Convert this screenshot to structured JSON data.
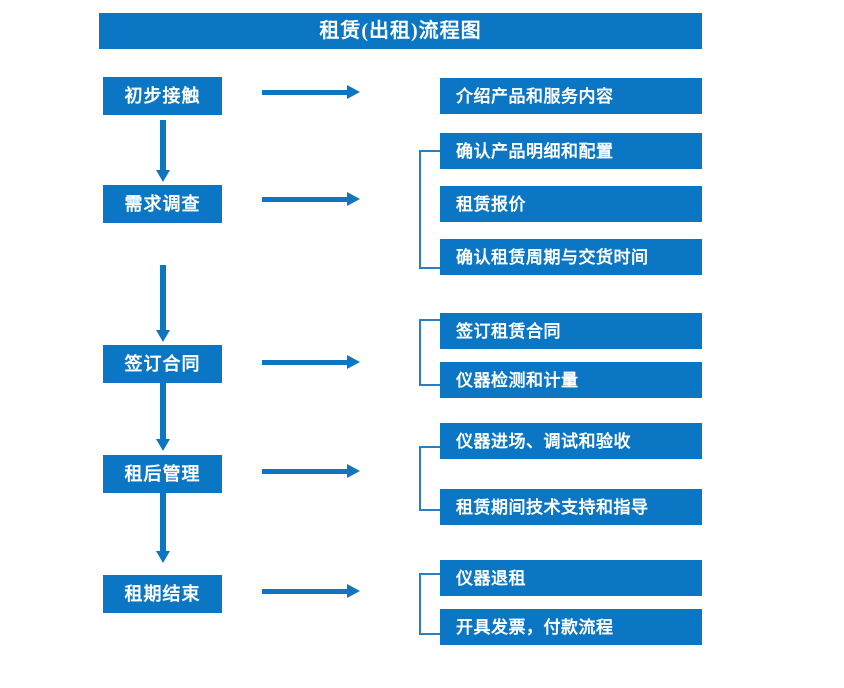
{
  "diagram": {
    "title": "租赁(出租)流程图",
    "accent_color": "#0a76c4",
    "arrow_color": "#0c76c0",
    "bracket_color": "#2a7fc4",
    "text_color": "#ffffff",
    "background_color": "#ffffff",
    "stages": [
      {
        "id": "initial-contact",
        "label": "初步接触",
        "details": [
          "介绍产品和服务内容"
        ],
        "has_bracket": false
      },
      {
        "id": "needs-survey",
        "label": "需求调查",
        "details": [
          "确认产品明细和配置",
          "租赁报价",
          "确认租赁周期与交货时间"
        ],
        "has_bracket": true
      },
      {
        "id": "sign-contract",
        "label": "签订合同",
        "details": [
          "签订租赁合同",
          "仪器检测和计量"
        ],
        "has_bracket": true
      },
      {
        "id": "post-rental-management",
        "label": "租后管理",
        "details": [
          "仪器进场、调试和验收",
          "租赁期间技术支持和指导"
        ],
        "has_bracket": true
      },
      {
        "id": "lease-end",
        "label": "租期结束",
        "details": [
          "仪器退租",
          "开具发票，付款流程"
        ],
        "has_bracket": true
      }
    ]
  }
}
